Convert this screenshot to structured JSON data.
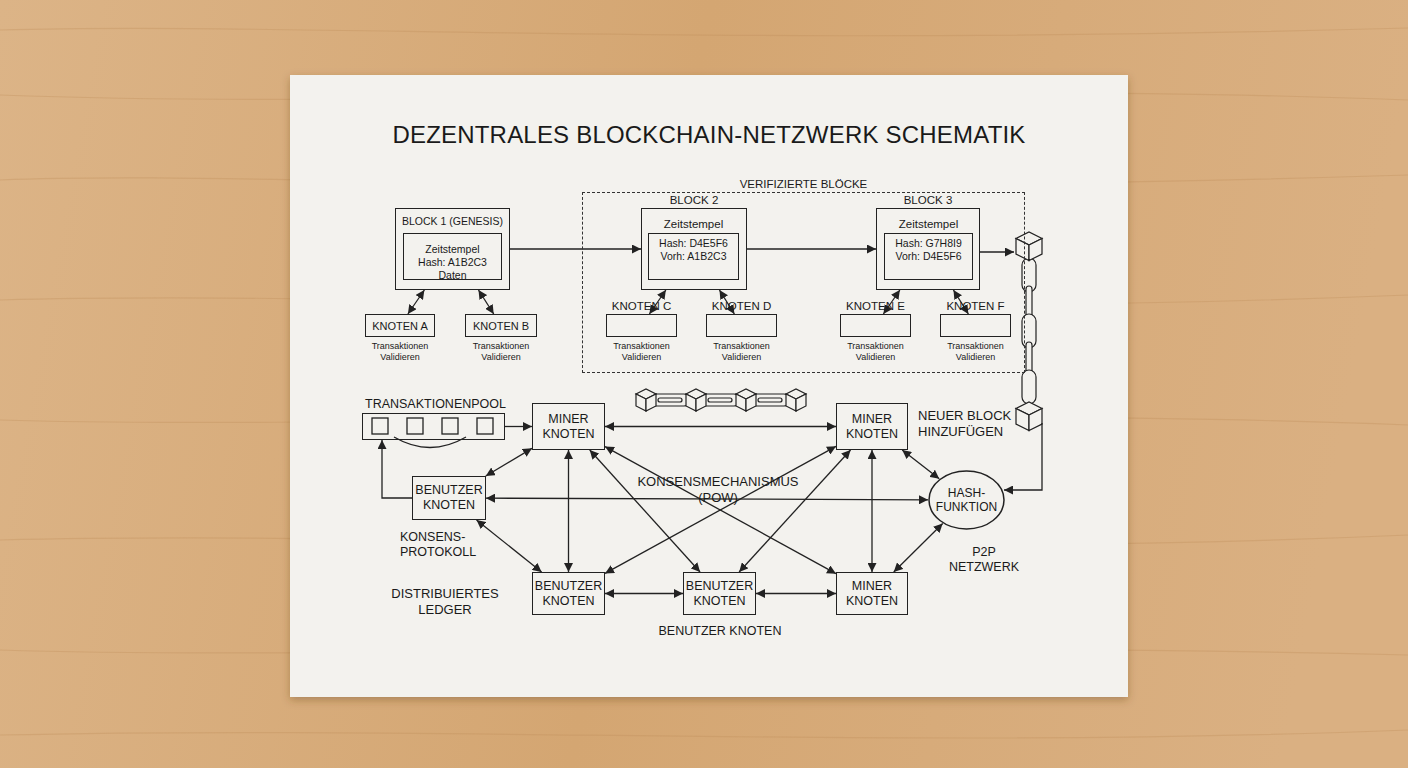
{
  "diagram": {
    "title": "DEZENTRALES BLOCKCHAIN-NETZWERK SCHEMATIK",
    "nodes": [
      {
        "text": [
          "BLOCK 1 (GENESIS)"
        ]
      },
      {
        "text": [
          "Zeitstempel",
          "Hash: A1B2C3",
          "Daten"
        ],
        "in": 0
      },
      {
        "text": [
          "VERIFIZIERTE BLÖCKE"
        ]
      },
      {
        "text": [
          "BLOCK 2"
        ],
        "in": 2
      },
      {
        "text": [
          "Zeitstempel",
          "Hash: D4E5F6",
          "Vorh: A1B2C3"
        ],
        "in": 3
      },
      {
        "text": [
          "BLOCK 3"
        ],
        "in": 2
      },
      {
        "text": [
          "Zeitstempel",
          "Hash: G7H8I9",
          "Vorh: D4E5F6"
        ],
        "in": 5
      },
      {
        "text": [
          "KNOTEN A",
          "Transaktionen Validieren"
        ]
      },
      {
        "text": [
          "KNOTEN B",
          "Transaktionen Validieren"
        ]
      },
      {
        "text": [
          "KNOTEN C",
          "Transaktionen Validieren"
        ],
        "in": 2
      },
      {
        "text": [
          "KNOTEN D",
          "Transaktionen Validieren"
        ],
        "in": 2
      },
      {
        "text": [
          "KNOTEN E",
          "Transaktionen Validieren"
        ],
        "in": 2
      },
      {
        "text": [
          "KNOTEN F",
          "Transaktionen Validieren"
        ],
        "in": 2
      },
      {
        "text": [
          "TRANSAKTIONENPOOL"
        ]
      },
      {
        "text": [
          "MINER KNOTEN"
        ]
      },
      {
        "text": [
          "MINER KNOTEN"
        ]
      },
      {
        "text": [
          "BENUTZER KNOTEN"
        ]
      },
      {
        "text": [
          "HASH- FUNKTION"
        ]
      },
      {
        "text": [
          "BENUTZER KNOTEN"
        ]
      },
      {
        "text": [
          "BENUTZER KNOTEN"
        ]
      },
      {
        "text": [
          "MINER KNOTEN"
        ]
      }
    ],
    "edges": [
      {
        "from": 0,
        "to": 3,
        "arrow": "to"
      },
      {
        "from": 3,
        "to": 5,
        "arrow": "to"
      },
      {
        "from": 0,
        "to": 7,
        "arrow": "both"
      },
      {
        "from": 0,
        "to": 8,
        "arrow": "both"
      },
      {
        "from": 3,
        "to": 9,
        "arrow": "both"
      },
      {
        "from": 3,
        "to": 10,
        "arrow": "both"
      },
      {
        "from": 5,
        "to": 11,
        "arrow": "both"
      },
      {
        "from": 5,
        "to": 12,
        "arrow": "both"
      },
      {
        "from": 13,
        "to": 14,
        "arrow": "to"
      },
      {
        "from": 16,
        "to": 13,
        "arrow": "to"
      },
      {
        "from": 14,
        "to": 15,
        "arrow": "both"
      },
      {
        "from": 14,
        "to": 16,
        "arrow": "both"
      },
      {
        "from": 14,
        "to": 18,
        "arrow": "both"
      },
      {
        "from": 14,
        "to": 19,
        "arrow": "both"
      },
      {
        "from": 14,
        "to": 20,
        "arrow": "both"
      },
      {
        "from": 15,
        "to": 18,
        "arrow": "both"
      },
      {
        "from": 15,
        "to": 19,
        "arrow": "both"
      },
      {
        "from": 15,
        "to": 20,
        "arrow": "both"
      },
      {
        "from": 15,
        "to": 17,
        "arrow": "both"
      },
      {
        "from": 16,
        "to": 17,
        "arrow": "both"
      },
      {
        "from": 16,
        "to": 18,
        "arrow": "both"
      },
      {
        "from": 18,
        "to": 19,
        "arrow": "both"
      },
      {
        "from": 19,
        "to": 20,
        "arrow": "both"
      },
      {
        "from": 20,
        "to": 17,
        "arrow": "both"
      }
    ],
    "labels": [
      "NEUER BLOCK HINZUFÜGEN",
      "KONSENSMECHANISMUS (POW)",
      "KONSENS- PROTOKOLL",
      "DISTRIBUIERTES LEDGER",
      "P2P NETZWERK",
      "BENUTZER KNOTEN"
    ]
  }
}
